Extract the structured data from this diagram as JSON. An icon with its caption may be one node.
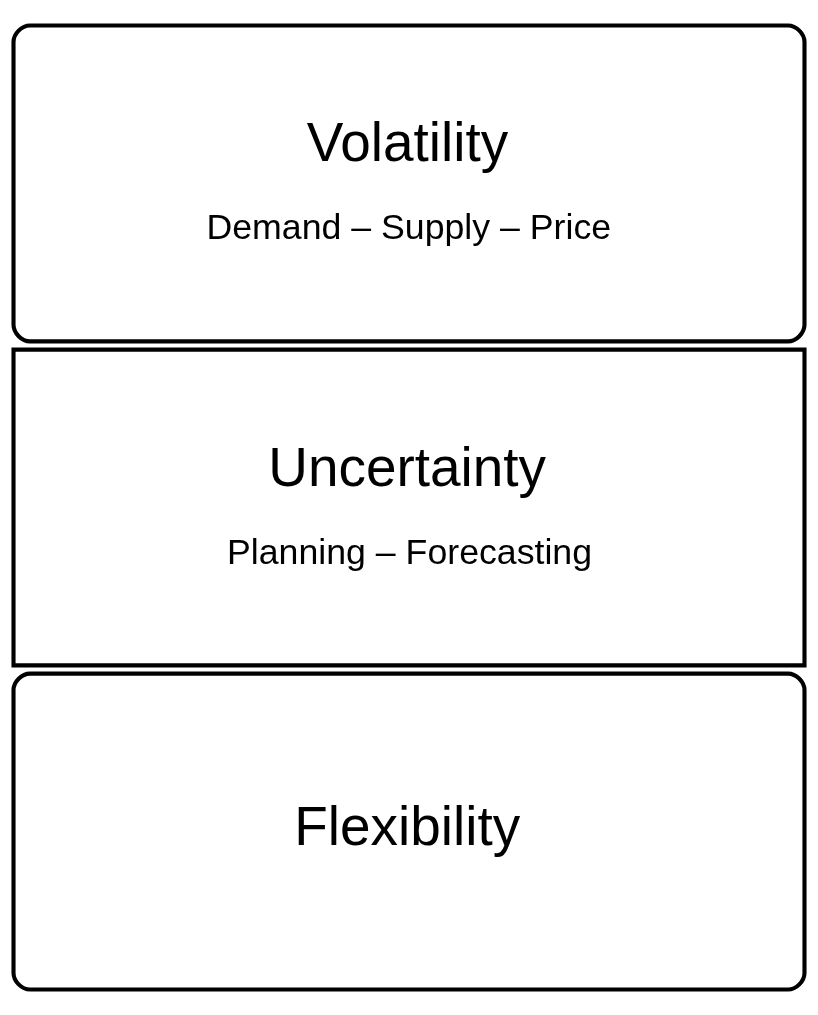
{
  "diagram": {
    "nodes": [
      {
        "text": [
          "Volatility",
          "Demand – Supply – Price"
        ]
      },
      {
        "text": [
          "Uncertainty",
          "Planning – Forecasting"
        ]
      },
      {
        "text": [
          "Flexibility"
        ]
      }
    ]
  }
}
